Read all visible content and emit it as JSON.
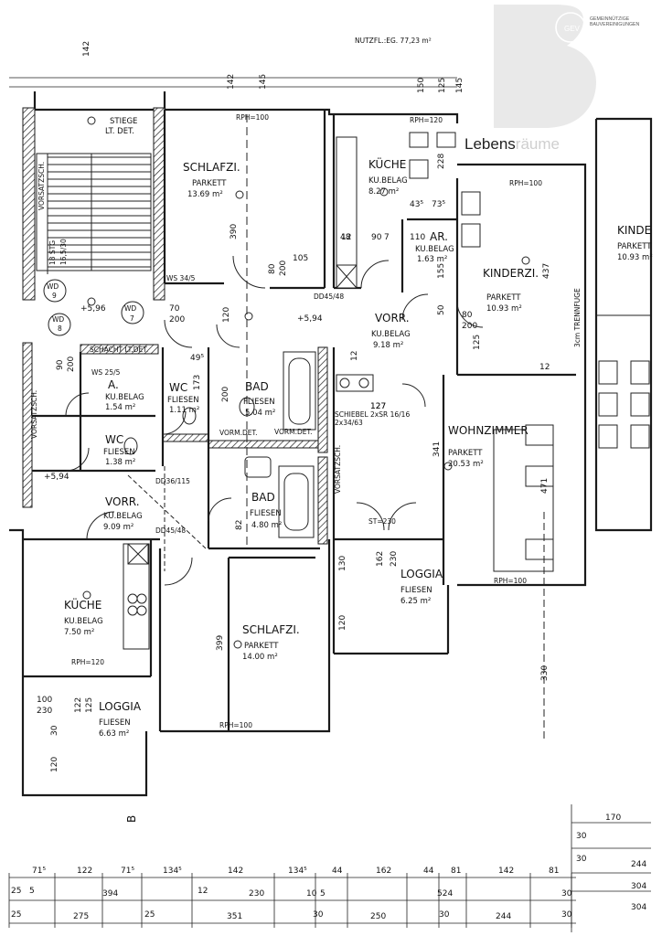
{
  "rooms": {
    "stiege": {
      "name": "STIEGE",
      "sub": "LT. DET."
    },
    "schlafzi1": {
      "name": "SCHLAFZI.",
      "floor": "PARKETT",
      "area": "13.69 m²"
    },
    "kueche1": {
      "name": "KÜCHE",
      "floor": "KU.BELAG",
      "area": "8.27 m²"
    },
    "ar": {
      "name": "AR.",
      "floor": "KU.BELAG",
      "area": "1.63 m²"
    },
    "kinderzi": {
      "name": "KINDERZI.",
      "floor": "PARKETT",
      "area": "10.93 m²"
    },
    "kinde_right": {
      "name": "KINDE",
      "floor": "PARKETT",
      "area": "10.93 m²"
    },
    "vorr1": {
      "name": "VORR.",
      "floor": "KU.BELAG",
      "area": "9.18 m²"
    },
    "bad1": {
      "name": "BAD",
      "floor": "FLIESEN",
      "area": "5.04 m²"
    },
    "wohnzimmer": {
      "name": "WOHNZIMMER",
      "floor": "PARKETT",
      "area": "20.53 m²"
    },
    "a": {
      "name": "A.",
      "floor": "KU.BELAG",
      "area": "1.54 m²"
    },
    "wc1": {
      "name": "WC",
      "floor": "FLIESEN",
      "area": "1.11 m²"
    },
    "wc2": {
      "name": "WC",
      "floor": "FLIESEN",
      "area": "1.38 m²"
    },
    "vorr2": {
      "name": "VORR.",
      "floor": "KU.BELAG",
      "area": "9.09 m²"
    },
    "bad2": {
      "name": "BAD",
      "floor": "FLIESEN",
      "area": "4.80 m²"
    },
    "loggia1": {
      "name": "LOGGIA",
      "floor": "FLIESEN",
      "area": "6.25 m²"
    },
    "kueche2": {
      "name": "KÜCHE",
      "floor": "KU.BELAG",
      "area": "7.50 m²"
    },
    "schlafzi2": {
      "name": "SCHLAFZI.",
      "floor": "PARKETT",
      "area": "14.00 m²"
    },
    "loggia2": {
      "name": "LOGGIA",
      "floor": "FLIESEN",
      "area": "6.63 m²"
    }
  },
  "labels": {
    "wd9": {
      "l1": "WD",
      "l2": "9"
    },
    "wd8": {
      "l1": "WD",
      "l2": "8"
    },
    "wd7": {
      "l1": "WD",
      "l2": "7"
    },
    "lvl_a": "+5,96",
    "lvl_b": "+5,94",
    "lvl_c": "+5,94",
    "schacht": "SCHACHT LT.DET.",
    "ws1": "WS 34/5",
    "ws2": "WS 25/5",
    "dd1": "DD45/48",
    "dd2": "DD36/115",
    "dd3": "DD45/48",
    "rph1": "RPH=100",
    "rph2": "RPH=120",
    "rph3": "RPH=100",
    "rph4": "RPH=100",
    "rph5": "RPH=120",
    "rph6": "RPH=100",
    "st": "ST=230",
    "stg1": "18 STG",
    "stg2": "16,5/30",
    "vorsatz1": "VORSATZSCH.",
    "vorsatz2": "VORSATZSCH.",
    "vorsatz3": "VORSATZSCH.",
    "trennfuge": "3cm TRENNFUGE",
    "schiebel": "SCHIEBEL 2xSR 16/16",
    "schiebel2": "2x34/63",
    "vormauer1": "VORM.DET.",
    "vormauer2": "VORM.DET.",
    "axis_b": "B",
    "top_note": "NUTZFL.:EG. 77,23 m²"
  },
  "dims": {
    "top": [
      "142",
      "145",
      "150",
      "125",
      "145"
    ],
    "bottom_row1": [
      "71⁵",
      "122",
      "71⁵",
      "134⁵",
      "142",
      "134⁵",
      "44",
      "162",
      "44",
      "81",
      "142",
      "81"
    ],
    "bottom_row2": [
      "25",
      "5",
      "394",
      "12",
      "230",
      "10",
      "5",
      "524",
      "30"
    ],
    "bottom_row3": [
      "25",
      "275",
      "25",
      "351",
      "30",
      "250",
      "30",
      "244",
      "30"
    ],
    "right": [
      "170",
      "30",
      "244",
      "304",
      "304",
      "30"
    ],
    "misc": [
      "390",
      "105",
      "80",
      "200",
      "120",
      "70",
      "200",
      "90",
      "200",
      "12",
      "90",
      "7",
      "110",
      "48",
      "437",
      "80",
      "200",
      "125",
      "12",
      "341",
      "471",
      "130",
      "162",
      "230",
      "120",
      "399",
      "330",
      "173",
      "200",
      "82",
      "100",
      "230",
      "122",
      "125",
      "30",
      "120",
      "228",
      "43⁵",
      "73⁵",
      "155",
      "50",
      "12",
      "127",
      "127",
      "49⁵"
    ]
  },
  "logo": {
    "mark": "GEV",
    "brand1": "Lebens",
    "brand2": "räume",
    "org1": "GEMEINNÜTZIGE",
    "org2": "BAUVEREINIGUNGEN"
  }
}
